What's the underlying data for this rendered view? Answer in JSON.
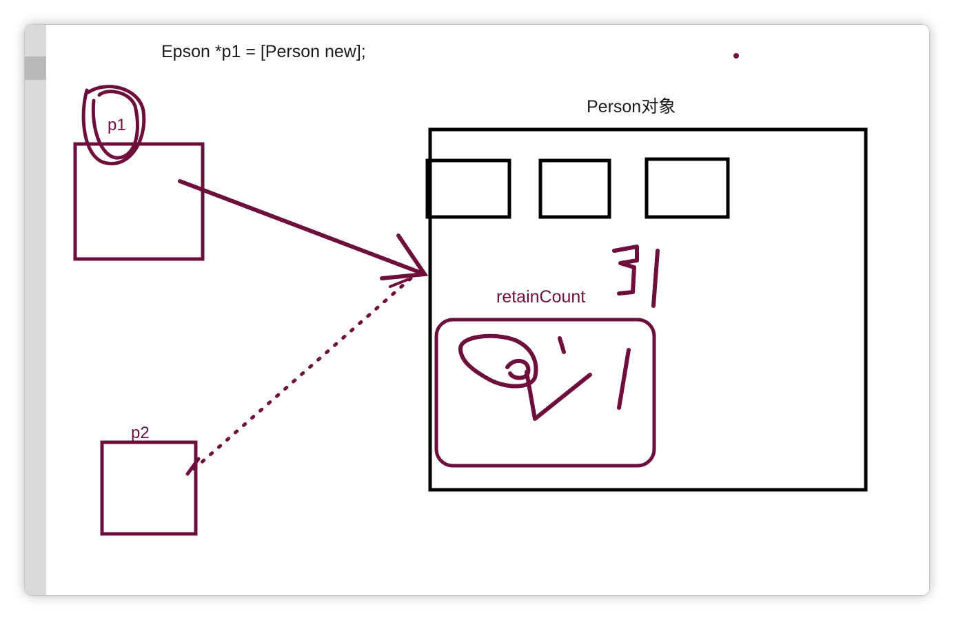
{
  "code_line": "Epson *p1 = [Person new];",
  "object_label": "Person对象",
  "pointer_p1_label": "p1",
  "pointer_p2_label": "p2",
  "retain_label": "retainCount",
  "colors": {
    "ink": "#6e0f3b",
    "object_border": "#000000",
    "window_strip": "#d9d9d9"
  }
}
